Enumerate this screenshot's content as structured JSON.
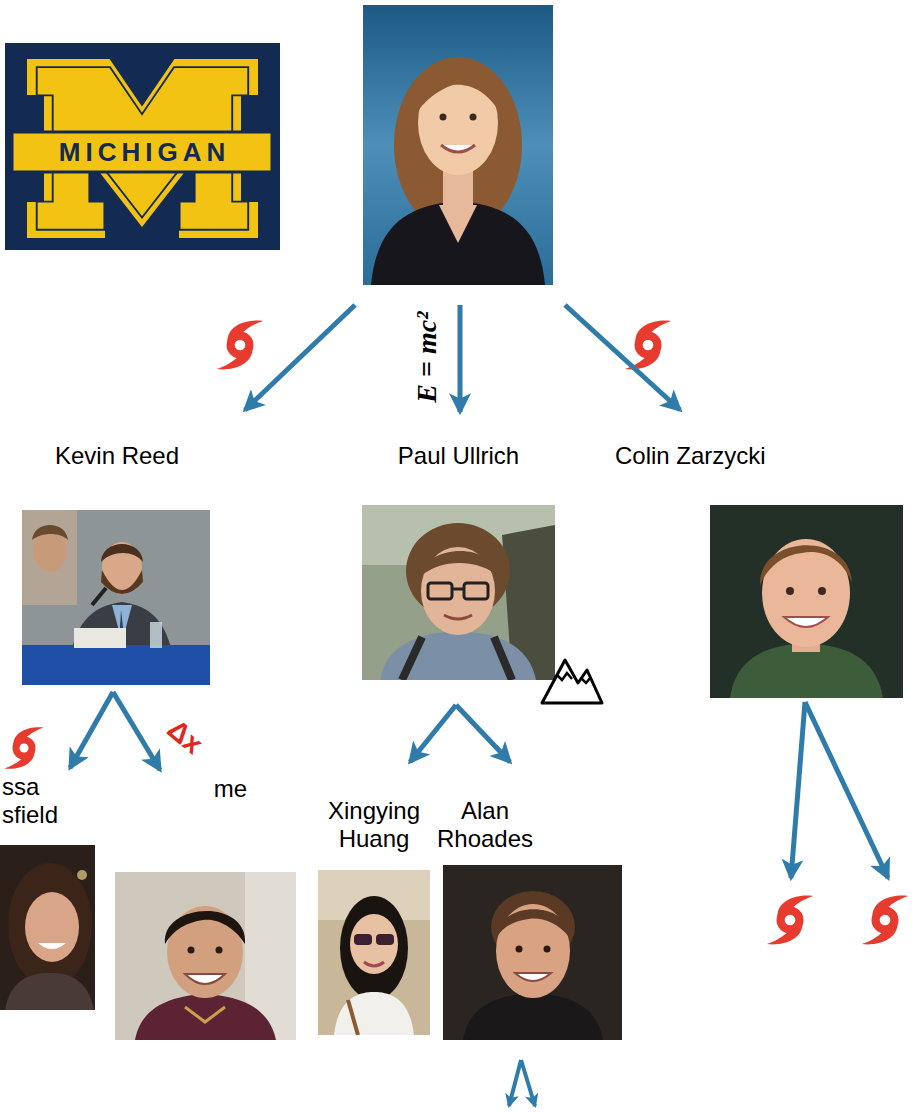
{
  "diagram": {
    "nodes": [
      {
        "text": []
      },
      {
        "text": [
          "Kevin Reed"
        ]
      },
      {
        "text": [
          "Paul Ullrich"
        ]
      },
      {
        "text": [
          "Colin Zarzycki"
        ]
      },
      {
        "text": [
          "ssa sfield"
        ]
      },
      {
        "text": [
          "me"
        ]
      },
      {
        "text": [
          "Xingying Huang"
        ]
      },
      {
        "text": [
          "Alan Rhoades"
        ]
      }
    ],
    "edges": [
      {
        "from": 0,
        "to": 1,
        "arrow": "to"
      },
      {
        "from": 0,
        "to": 2,
        "label": "E = mc²",
        "arrow": "to"
      },
      {
        "from": 0,
        "to": 3,
        "arrow": "to"
      },
      {
        "from": 1,
        "to": 4,
        "arrow": "to"
      },
      {
        "from": 1,
        "to": 5,
        "arrow": "to"
      },
      {
        "from": 2,
        "to": 6,
        "arrow": "to"
      },
      {
        "from": 2,
        "to": 7,
        "arrow": "to"
      }
    ],
    "labels": [
      "MICHIGAN",
      "Δx"
    ]
  }
}
